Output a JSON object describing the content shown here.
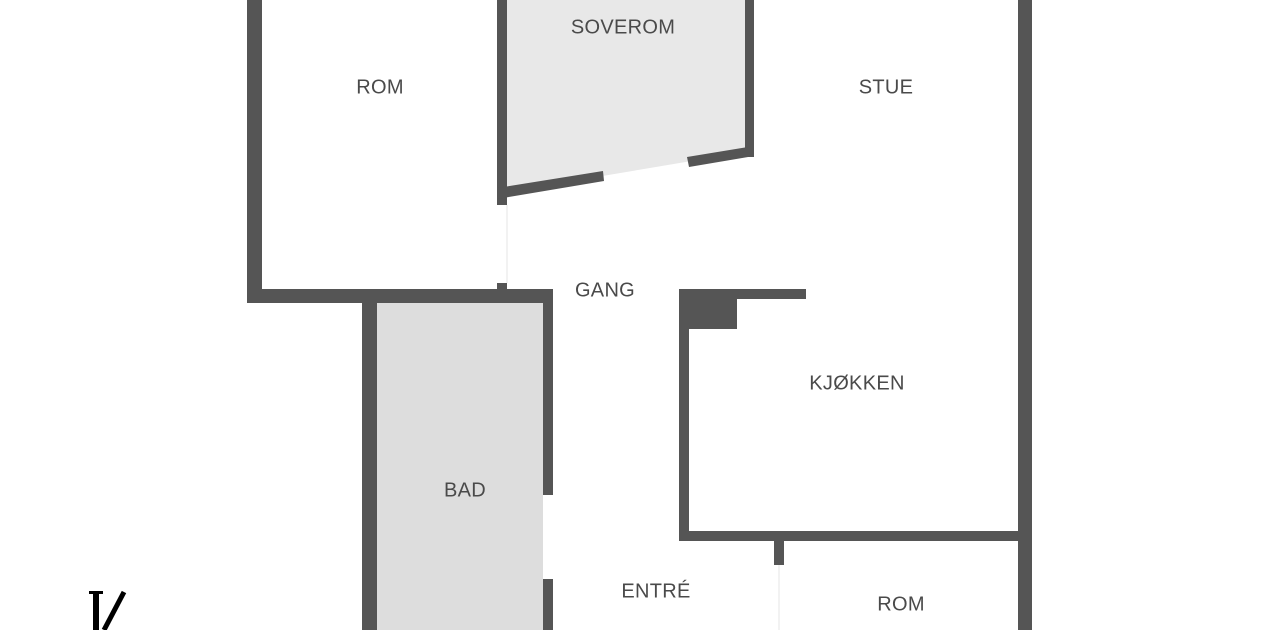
{
  "colors": {
    "wall": "#555555",
    "soverom_fill": "#e8e8e8",
    "bad_fill": "#dddddd",
    "text": "#4a4a4a"
  },
  "rooms": {
    "rom_left": "ROM",
    "soverom": "SOVEROM",
    "stue": "STUE",
    "gang": "GANG",
    "kjokken": "KJØKKEN",
    "bad": "BAD",
    "entre": "ENTRÉ",
    "rom_bottom": "ROM"
  },
  "logo": {
    "text": "K"
  }
}
